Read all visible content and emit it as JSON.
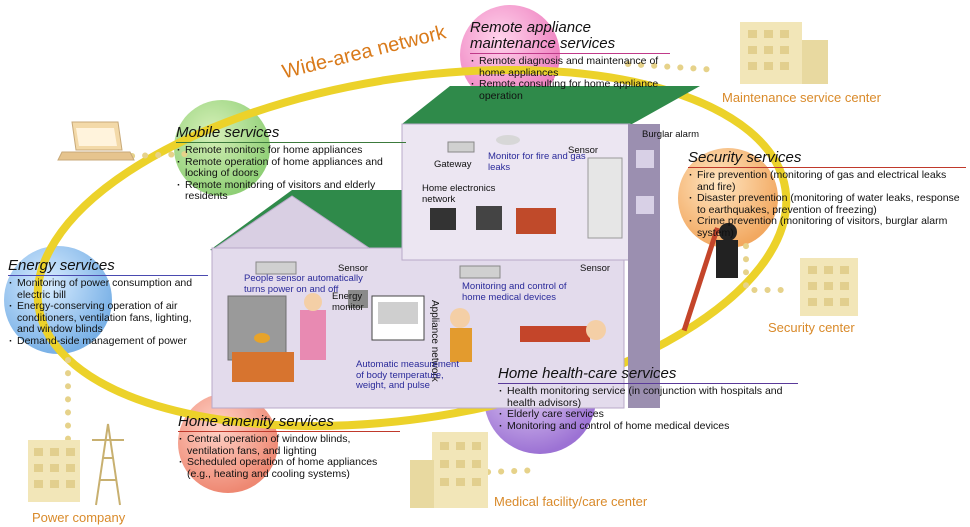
{
  "network_label": "Wide-area network",
  "appliance_network_label": "Appliance network",
  "services": {
    "remote": {
      "title": "Remote appliance maintenance services",
      "items": [
        "Remote diagnosis and maintenance of home appliances",
        "Remote consulting for home appliance operation"
      ]
    },
    "mobile": {
      "title": "Mobile services",
      "items": [
        "Remote monitors for home appliances",
        "Remote operation of home appliances and locking of doors",
        "Remote monitoring of visitors and elderly residents"
      ]
    },
    "security": {
      "title": "Security services",
      "items": [
        "Fire prevention (monitoring of gas and electrical leaks and fire)",
        "Disaster prevention (monitoring of water leaks, response to earthquakes, prevention of freezing)",
        "Crime prevention (monitoring of visitors, burglar alarm system)"
      ]
    },
    "energy": {
      "title": "Energy services",
      "items": [
        "Monitoring of power consumption and electric bill",
        "Energy-conserving operation of air conditioners, ventilation fans, lighting, and window blinds",
        "Demand-side management of power"
      ]
    },
    "health": {
      "title": "Home health-care services",
      "items": [
        "Health monitoring service (in conjunction with hospitals and health advisors)",
        "Elderly care services",
        "Monitoring and control of home medical devices"
      ]
    },
    "amenity": {
      "title": "Home amenity services",
      "items": [
        "Central operation of window blinds, ventilation fans, and lighting",
        "Scheduled operation of home appliances (e.g., heating and cooling systems)"
      ]
    }
  },
  "centers": {
    "maintenance": "Maintenance service center",
    "security": "Security center",
    "medical": "Medical facility/care center",
    "power": "Power company"
  },
  "house_labels": {
    "burglar_alarm": "Burglar alarm",
    "sensor_top": "Sensor",
    "gateway": "Gateway",
    "monitor_fire": "Monitor for fire and gas leaks",
    "home_network": "Home electronics network",
    "sensor_left": "Sensor",
    "people_sensor": "People sensor automatically turns power on and off",
    "energy_monitor": "Energy monitor",
    "sensor_right": "Sensor",
    "medical_control": "Monitoring and control of home medical devices",
    "auto_measure": "Automatic measurement of body temperature, weight, and pulse"
  },
  "colors": {
    "network_ring": "#ecd22a",
    "accent_orange": "#d98a2a",
    "roof_green": "#2f8a4a",
    "wall": "#d9cfe3",
    "building": "#f2e6b8"
  }
}
